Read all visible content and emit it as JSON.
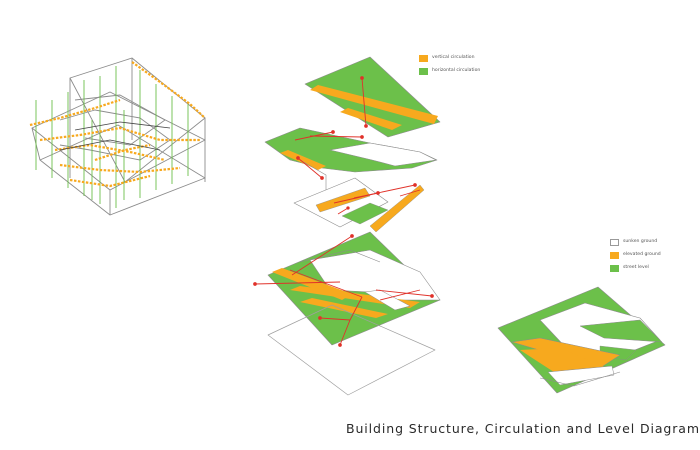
{
  "caption": "Building Structure, Circulation and Level Diagrams",
  "legend_circulation": [
    {
      "label": "vertical circulation",
      "color": "#f7a91e"
    },
    {
      "label": "horizontal circulation",
      "color": "#6cc04a"
    }
  ],
  "legend_levels": [
    {
      "label": "sunken ground",
      "color": "#ffffff"
    },
    {
      "label": "elevated ground",
      "color": "#f7a91e"
    },
    {
      "label": "street level",
      "color": "#6cc04a"
    }
  ],
  "colors": {
    "green": "#6cc04a",
    "orange": "#f7a91e",
    "red": "#e0322a",
    "outline": "#8c8c8c"
  }
}
